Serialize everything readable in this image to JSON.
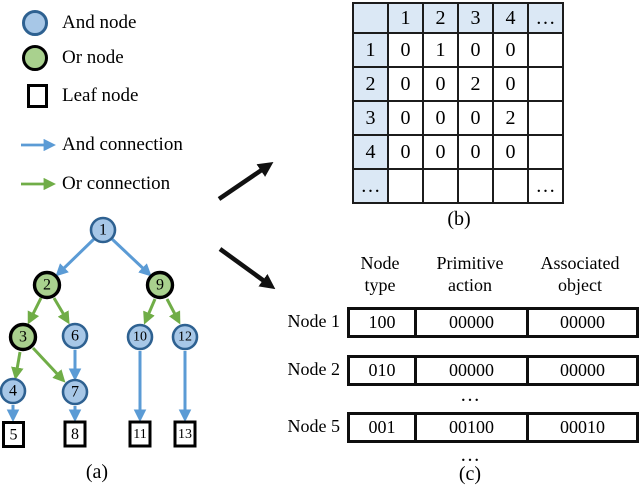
{
  "colors": {
    "and_fill": "#a7c7e7",
    "and_border": "#2e6191",
    "or_fill": "#a9d18e",
    "or_border": "#000000",
    "and_connection": "#5b9bd5",
    "or_connection": "#70ad47",
    "matrix_header_bg": "#dbe8f5",
    "mapping_arrow": "#111111"
  },
  "legend": {
    "items": [
      {
        "label": "And node",
        "swatch": "and-node-circle"
      },
      {
        "label": "Or node",
        "swatch": "or-node-circle"
      },
      {
        "label": "Leaf node",
        "swatch": "leaf-node-square"
      },
      {
        "label": "And connection",
        "swatch": "and-connection-arrow"
      },
      {
        "label": "Or connection",
        "swatch": "or-connection-arrow"
      }
    ]
  },
  "tree": {
    "caption": "(a)",
    "nodes": {
      "and": [
        "1",
        "4",
        "6",
        "7",
        "10",
        "12"
      ],
      "or": [
        "2",
        "3",
        "9"
      ],
      "leaf": [
        "5",
        "8",
        "11",
        "13"
      ]
    },
    "edges": [
      {
        "from": "1",
        "to": "2",
        "type": "and"
      },
      {
        "from": "1",
        "to": "9",
        "type": "and"
      },
      {
        "from": "2",
        "to": "3",
        "type": "or"
      },
      {
        "from": "2",
        "to": "6",
        "type": "or"
      },
      {
        "from": "3",
        "to": "4",
        "type": "or"
      },
      {
        "from": "3",
        "to": "7",
        "type": "or"
      },
      {
        "from": "6",
        "to": "7",
        "type": "and"
      },
      {
        "from": "4",
        "to": "5",
        "type": "and"
      },
      {
        "from": "7",
        "to": "8",
        "type": "and"
      },
      {
        "from": "9",
        "to": "10",
        "type": "or"
      },
      {
        "from": "9",
        "to": "12",
        "type": "or"
      },
      {
        "from": "10",
        "to": "11",
        "type": "and"
      },
      {
        "from": "12",
        "to": "13",
        "type": "and"
      }
    ]
  },
  "matrix": {
    "caption": "(b)",
    "header": [
      "",
      "1",
      "2",
      "3",
      "4",
      "…"
    ],
    "rows": [
      [
        "1",
        "0",
        "1",
        "0",
        "0",
        ""
      ],
      [
        "2",
        "0",
        "0",
        "2",
        "0",
        ""
      ],
      [
        "3",
        "0",
        "0",
        "0",
        "2",
        ""
      ],
      [
        "4",
        "0",
        "0",
        "0",
        "0",
        ""
      ],
      [
        "…",
        "",
        "",
        "",
        "",
        "…"
      ]
    ]
  },
  "node_table": {
    "caption": "(c)",
    "columns": [
      {
        "line1": "Node",
        "line2": "type"
      },
      {
        "line1": "Primitive",
        "line2": "action"
      },
      {
        "line1": "Associated",
        "line2": "object"
      }
    ],
    "rows": [
      {
        "label": "Node 1",
        "node_type": "100",
        "primitive_action": "00000",
        "associated_object": "00000"
      },
      {
        "label": "Node 2",
        "node_type": "010",
        "primitive_action": "00000",
        "associated_object": "00000"
      },
      {
        "label": "Node 5",
        "node_type": "001",
        "primitive_action": "00100",
        "associated_object": "00010"
      }
    ],
    "row_gap_ellipsis": "…",
    "bottom_ellipsis": "…"
  }
}
